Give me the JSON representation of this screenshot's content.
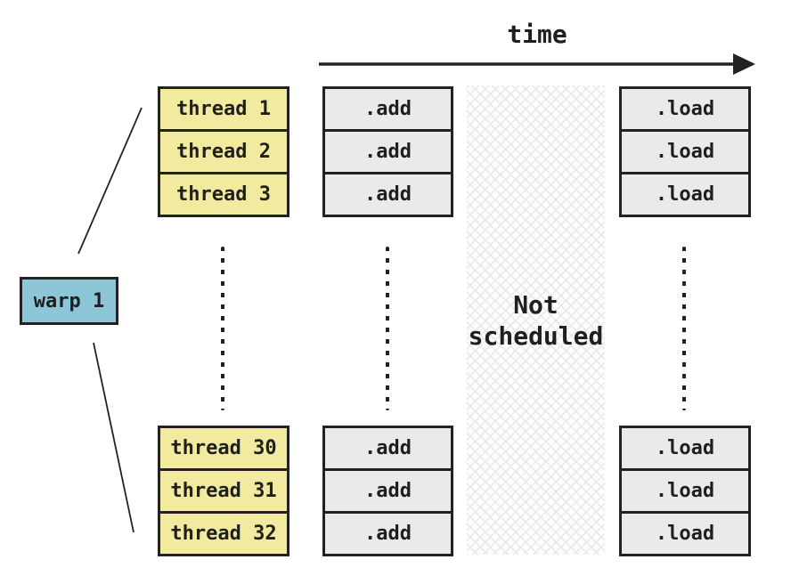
{
  "diagram": {
    "time_label": "time",
    "warp": {
      "label": "warp 1"
    },
    "top_threads": [
      "thread 1",
      "thread 2",
      "thread 3"
    ],
    "bottom_threads": [
      "thread 30",
      "thread 31",
      "thread 32"
    ],
    "top_add_ops": [
      ".add",
      ".add",
      ".add"
    ],
    "bottom_add_ops": [
      ".add",
      ".add",
      ".add"
    ],
    "top_load_ops": [
      ".load",
      ".load",
      ".load"
    ],
    "bottom_load_ops": [
      ".load",
      ".load",
      ".load"
    ],
    "not_scheduled": {
      "line1": "Not",
      "line2": "scheduled"
    },
    "colors": {
      "warp_fill": "#8cc6d7",
      "thread_fill": "#f2ea9e",
      "op_fill": "#e9eaec",
      "border": "#222222",
      "hatch_line": "#e6e6eb",
      "text": "#1f1f1f"
    }
  }
}
